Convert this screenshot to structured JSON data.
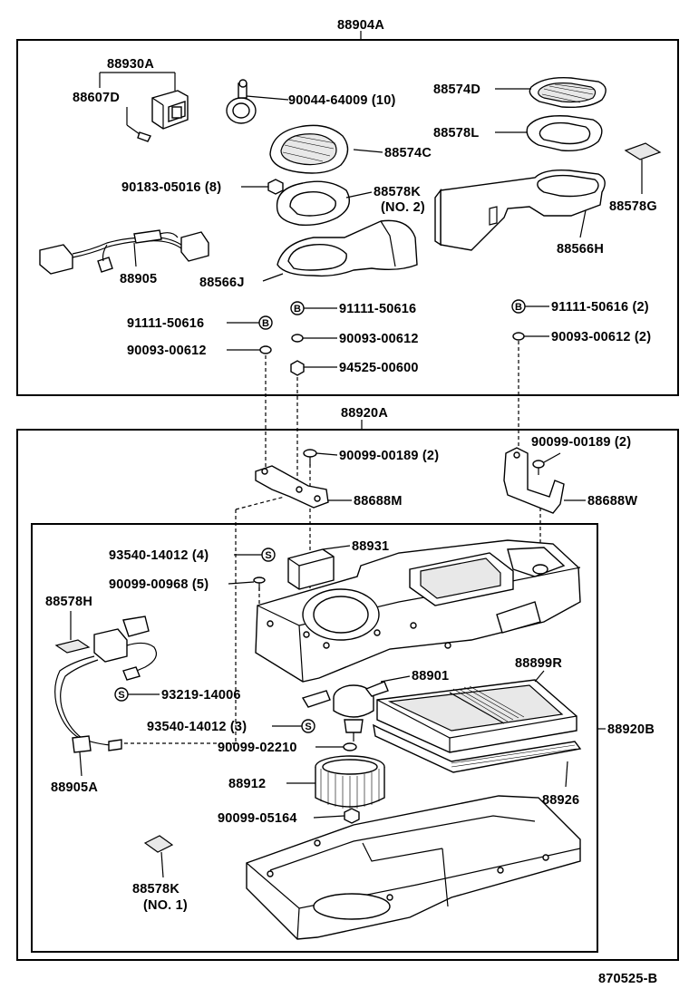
{
  "diagram": {
    "upper_group": "88904A",
    "lower_group": "88920A",
    "inner_group": "88920B",
    "figure_code": "870525-B",
    "symbol_b": "B",
    "symbol_s": "S",
    "labels": {
      "p88930A": "88930A",
      "p88607D": "88607D",
      "p90044": "90044-64009 (10)",
      "p88574D": "88574D",
      "p88578L": "88578L",
      "p88574C": "88574C",
      "p90183": "90183-05016 (8)",
      "p88578K2a": "88578K",
      "p88578K2b": "(NO. 2)",
      "p88578G": "88578G",
      "p88905": "88905",
      "p88566J": "88566J",
      "p88566H": "88566H",
      "p91111a": "91111-50616",
      "p91111b": "91111-50616",
      "p91111c": "91111-50616 (2)",
      "p90093a": "90093-00612",
      "p90093b": "90093-00612",
      "p90093c": "90093-00612 (2)",
      "p94525": "94525-00600",
      "p90099a": "90099-00189 (2)",
      "p90099b": "90099-00189 (2)",
      "p88688M": "88688M",
      "p88688W": "88688W",
      "p93540a": "93540-14012 (4)",
      "p88931": "88931",
      "p90099c": "90099-00968 (5)",
      "p88578H": "88578H",
      "p88901": "88901",
      "p88899R": "88899R",
      "p93219": "93219-14006",
      "p93540b": "93540-14012 (3)",
      "p90099d": "90099-02210",
      "p88905A": "88905A",
      "p88912": "88912",
      "p88926": "88926",
      "p90099e": "90099-05164",
      "p88578K1a": "88578K",
      "p88578K1b": "(NO. 1)"
    }
  }
}
